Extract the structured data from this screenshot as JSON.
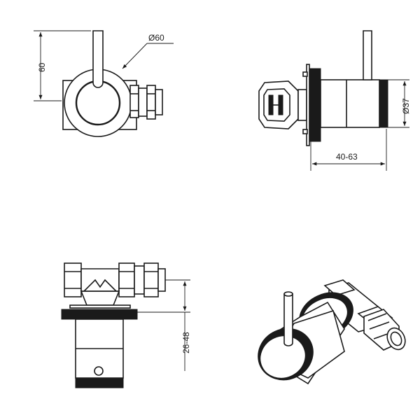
{
  "dimensions": {
    "height_front": "60",
    "diameter_front": "Ø60",
    "diameter_side": "Ø37",
    "depth_side": "40-63",
    "wall_depth": "26-48"
  },
  "colors": {
    "line": "#1a1a1a",
    "background": "#ffffff"
  }
}
